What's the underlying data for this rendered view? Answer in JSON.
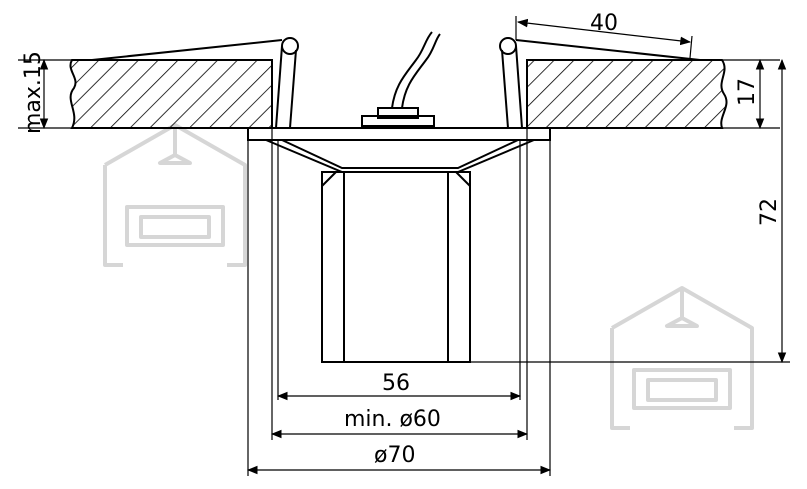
{
  "dimensions": {
    "max_thickness": "max.15",
    "clamp_width": "40",
    "frame_height": "17",
    "total_height": "72",
    "body_width": "56",
    "cutout_min": "min. ø60",
    "flange_diameter": "ø70"
  },
  "colors": {
    "line": "#000000",
    "watermark": "#d6d6d6",
    "background": "#ffffff"
  },
  "icons": [
    "house-sofa-watermark-icon"
  ]
}
